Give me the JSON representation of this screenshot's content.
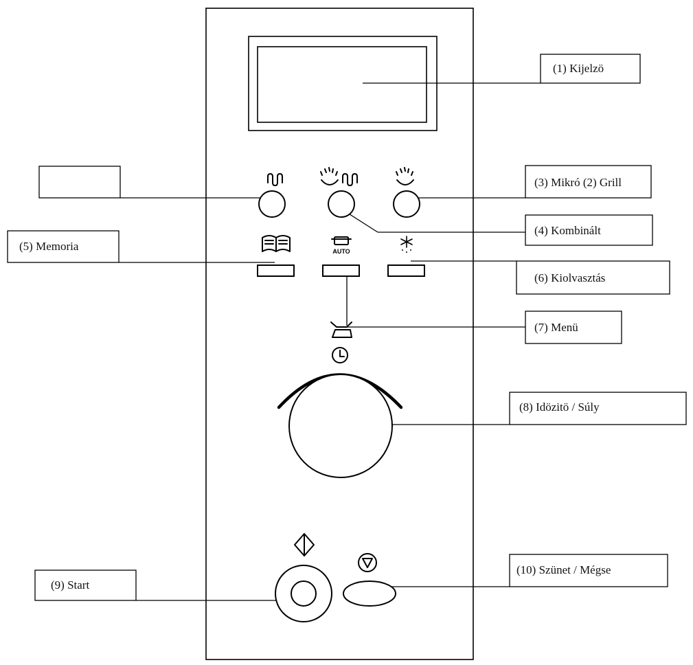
{
  "labels": {
    "display": "(1) Kijelzö",
    "micro_grill": "(3) Mikró (2)  Grill",
    "combined": "(4) Kombinált",
    "memory": "(5) Memoria",
    "defrost": "(6) Kiolvasztás",
    "menu": "(7) Menü",
    "timer_weight": "(8) Idözitö / Súly",
    "start": "(9) Start",
    "pause_cancel": "(10) Szünet / Mégse",
    "blank": ""
  },
  "icons": {
    "auto_text": "AUTO"
  }
}
